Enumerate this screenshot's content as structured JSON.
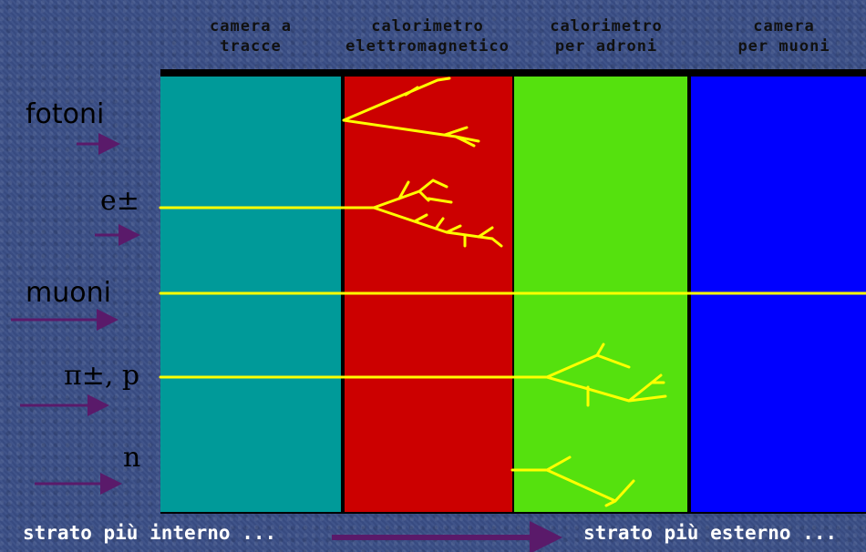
{
  "headers": [
    {
      "line1": "camera a",
      "line2": "tracce"
    },
    {
      "line1": "calorimetro",
      "line2": "elettromagnetico"
    },
    {
      "line1": "calorimetro",
      "line2": "per adroni"
    },
    {
      "line1": "camera",
      "line2": "per muoni"
    }
  ],
  "particles": {
    "photons": "fotoni",
    "electrons": "e±",
    "muons": "muoni",
    "pions": "π±, p",
    "neutrons": "n"
  },
  "footer": {
    "inner": "strato più interno ...",
    "outer": "strato più esterno ..."
  },
  "colors": {
    "tracker": "#009a99",
    "em_calorimeter": "#cc0000",
    "hadron_calorimeter": "#55e10e",
    "muon_chamber": "#0000ff",
    "track": "#ffff00",
    "arrow": "#5a1a6a"
  }
}
